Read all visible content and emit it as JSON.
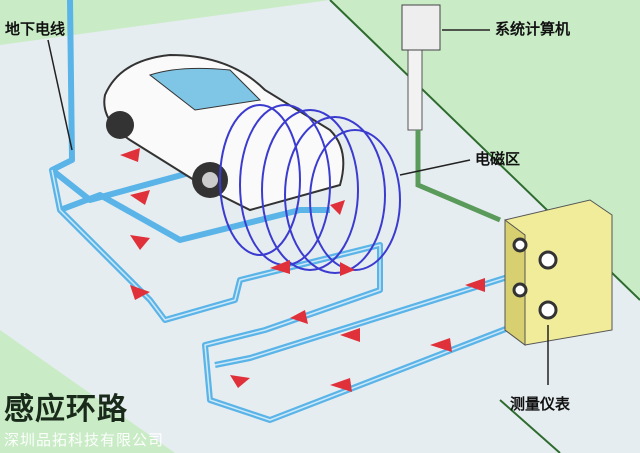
{
  "labels": {
    "underground_wire": "地下电线",
    "system_computer": "系统计算机",
    "em_zone": "电磁区",
    "meter": "测量仪表",
    "title": "感应环路"
  },
  "watermark": "深圳品拓科技有限公司",
  "colors": {
    "background": "#c9ecc6",
    "road": "#e6edf0",
    "loop": "#5ab4e8",
    "arrow": "#e0303a",
    "field": "#3b3bd0",
    "meter_box": "#f1ec9a"
  }
}
